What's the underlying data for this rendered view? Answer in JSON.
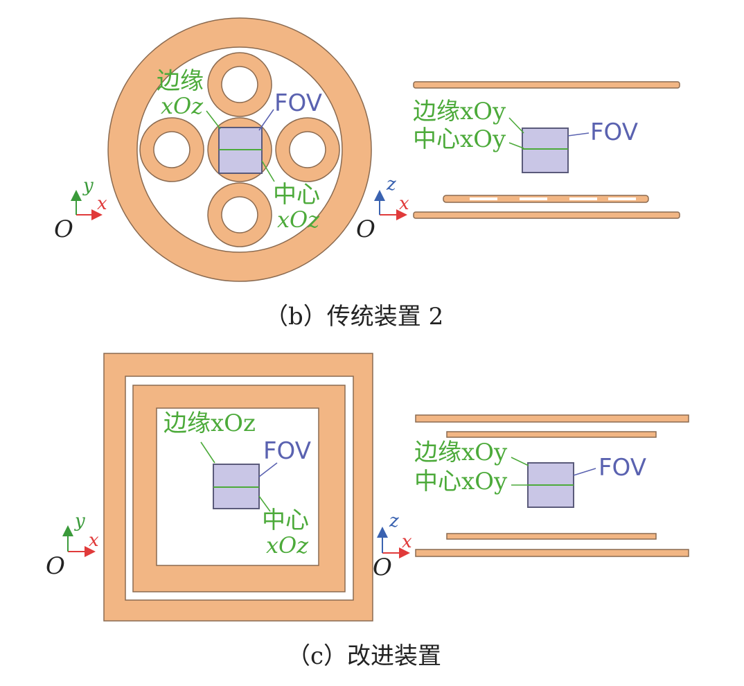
{
  "panel_b": {
    "labels": {
      "edge_xoz_1": "边缘",
      "edge_xoz_2": "xOz",
      "fov_left": "FOV",
      "center_xoz_1": "中心",
      "center_xoz_2": "xOz",
      "edge_xoy": "边缘xOy",
      "center_xoy": "中心xOy",
      "fov_right": "FOV"
    },
    "axes_left": {
      "origin": "O",
      "h": "x",
      "v": "y"
    },
    "axes_right": {
      "origin": "O",
      "h": "x",
      "v": "z"
    },
    "caption": "（b）传统装置 2"
  },
  "panel_c": {
    "labels": {
      "edge_xoz": "边缘xOz",
      "fov_left": "FOV",
      "center_xoz_1": "中心",
      "center_xoz_2": "xOz",
      "edge_xoy": "边缘xOy",
      "center_xoy": "中心xOy",
      "fov_right": "FOV"
    },
    "axes_left": {
      "origin": "O",
      "h": "x",
      "v": "y"
    },
    "axes_right": {
      "origin": "O",
      "h": "x",
      "v": "z"
    },
    "caption": "（c）改进装置"
  },
  "colors": {
    "coil": "#f2b684",
    "coil_edge": "#8a6a50",
    "fov": "#c9c6e6",
    "green_label": "#4caa3a",
    "blue_label": "#5a62b0"
  }
}
